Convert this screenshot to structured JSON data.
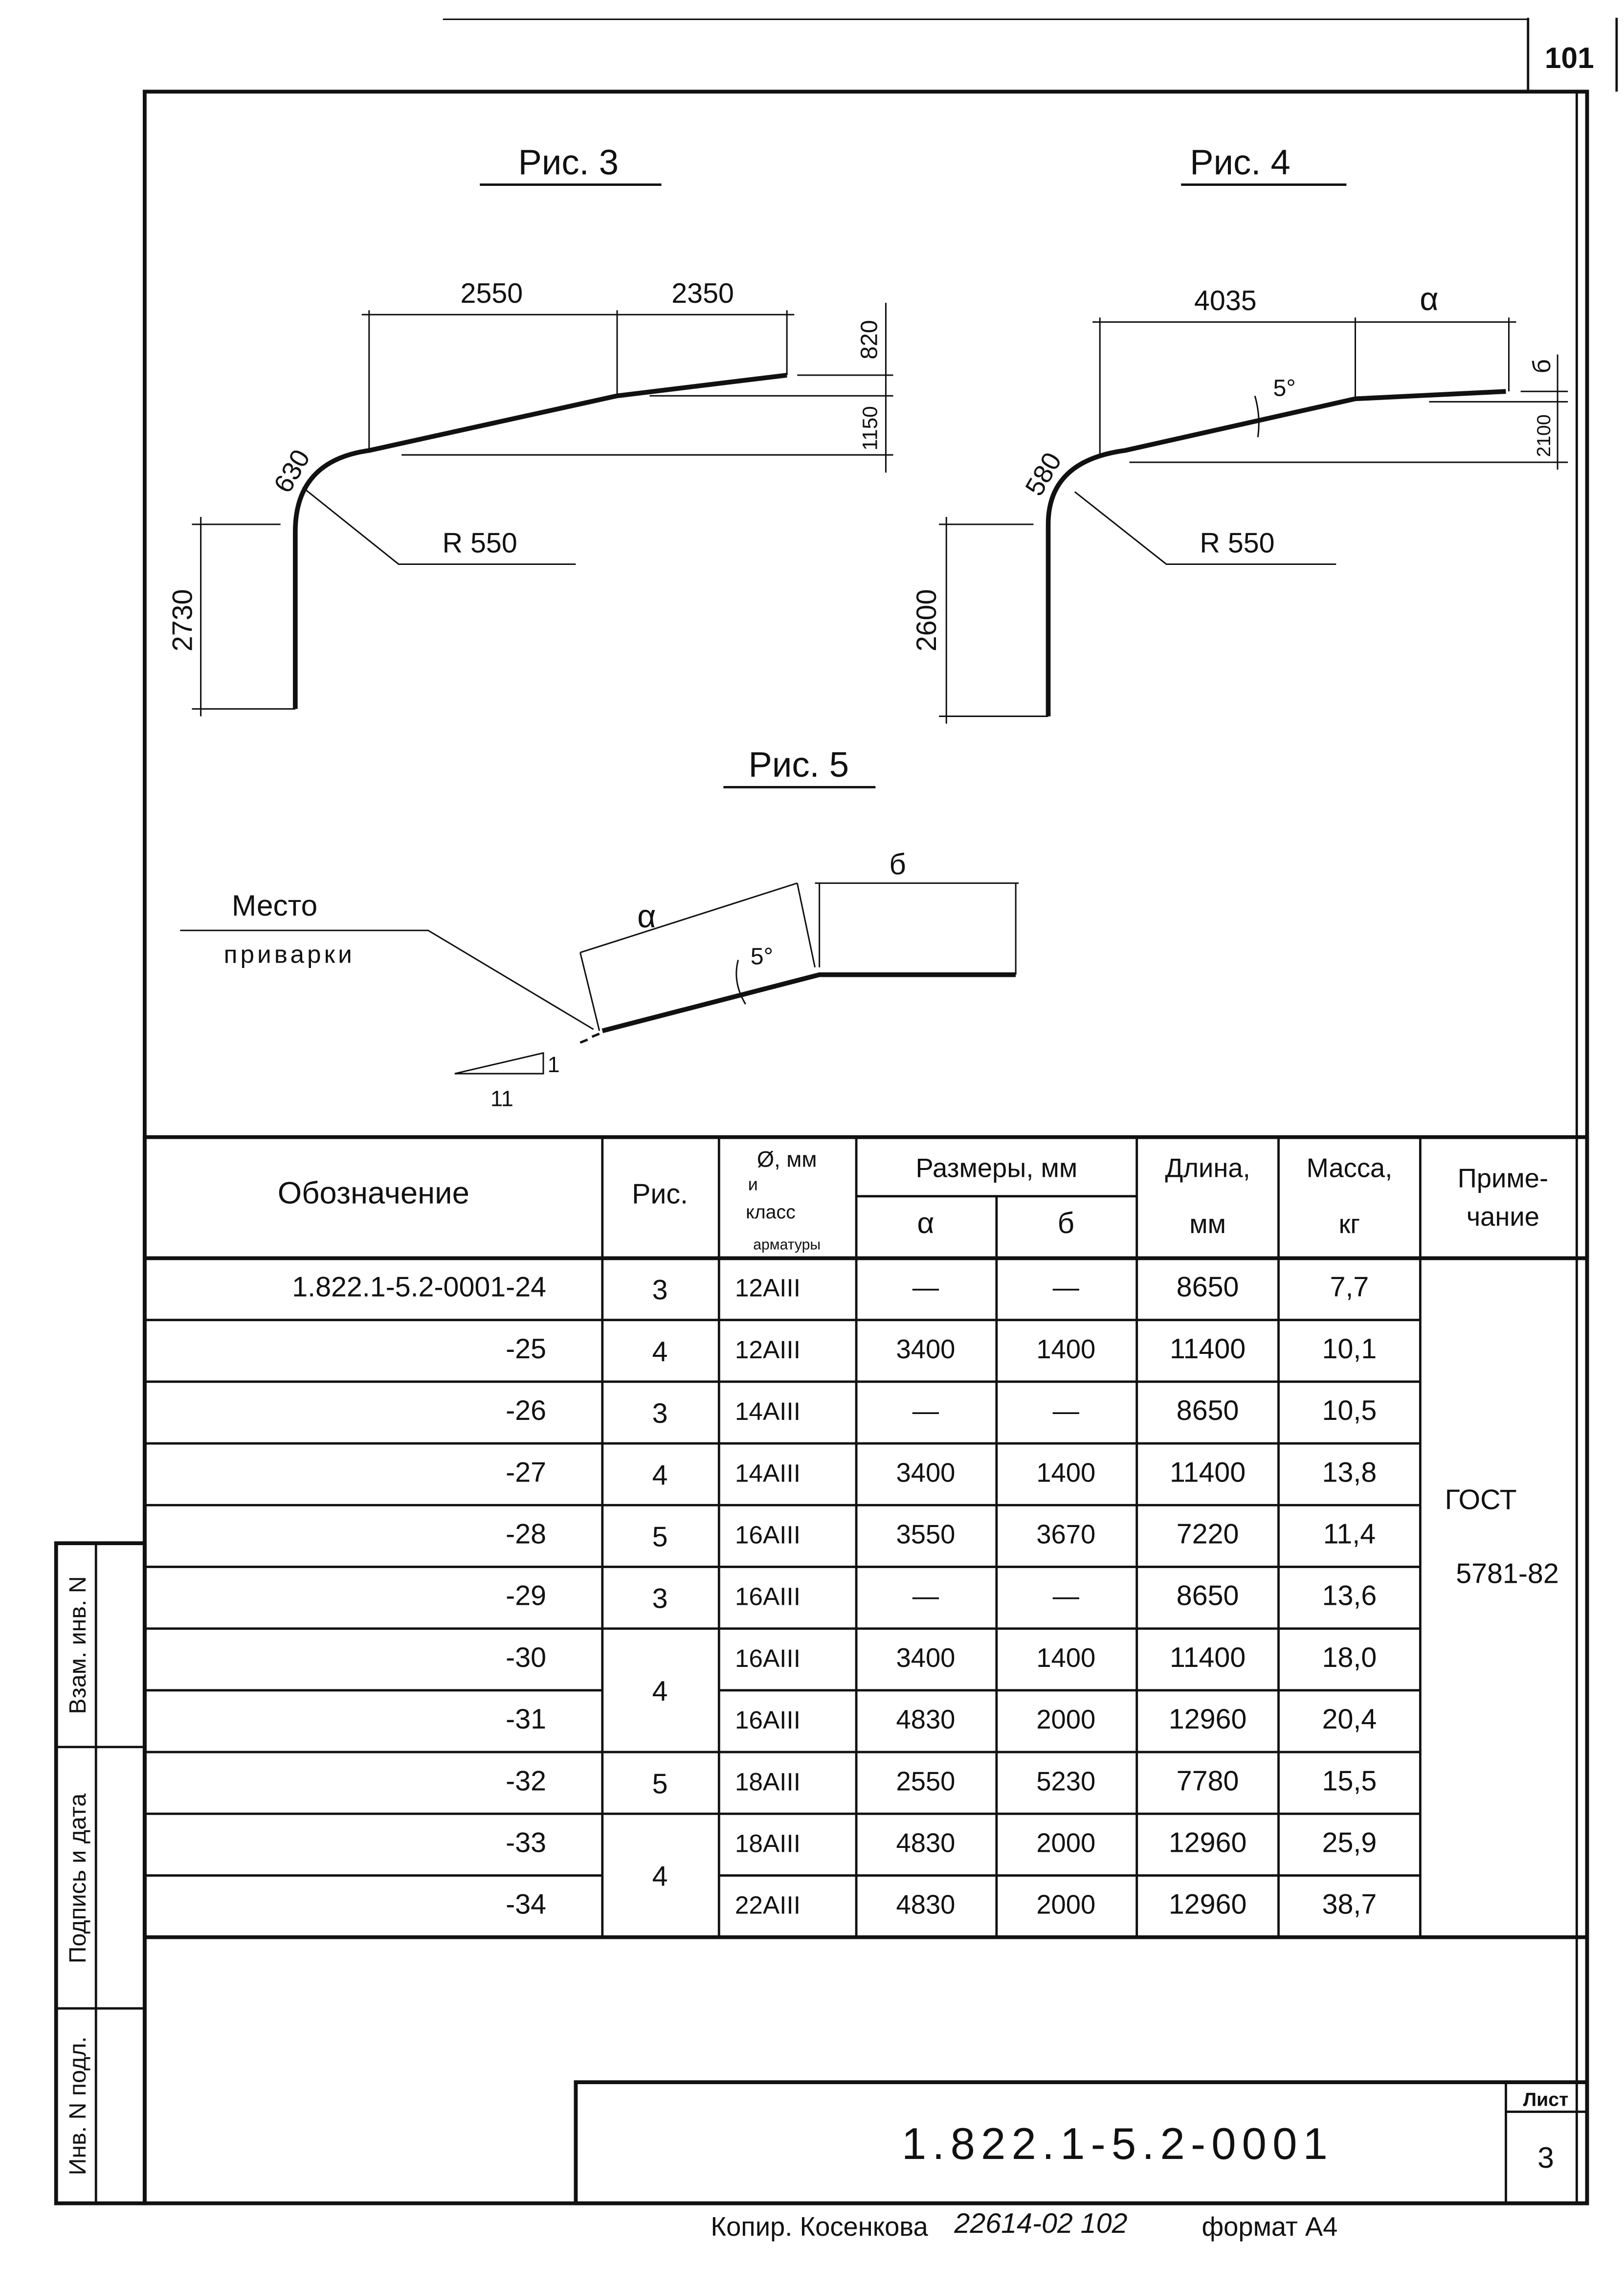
{
  "sheet_number_top": "101",
  "figures": {
    "fig3": {
      "title": "Рис. 3",
      "dims": {
        "a": "2550",
        "b": "2350",
        "v1": "820",
        "v2": "1150",
        "arc": "630",
        "radius": "R 550",
        "height": "2730"
      }
    },
    "fig4": {
      "title": "Рис. 4",
      "dims": {
        "a": "4035",
        "b": "α",
        "v1": "б",
        "v2": "2100",
        "angle": "5°",
        "arc": "580",
        "radius": "R 550",
        "height": "2600"
      }
    },
    "fig5": {
      "title": "Рис. 5",
      "weld_label_1": "Место",
      "weld_label_2": "приварки",
      "dim_a": "α",
      "dim_b": "б",
      "angle": "5°",
      "slope_v": "1",
      "slope_h": "11"
    }
  },
  "table": {
    "headers": {
      "designation": "Обозначение",
      "fig": "Рис.",
      "dia_1": "Ø, мм",
      "dia_2": "и",
      "dia_3": "класс",
      "dia_4": "арматуры",
      "sizes": "Размеры, мм",
      "size_a": "α",
      "size_b": "б",
      "length_1": "Длина,",
      "length_2": "мм",
      "mass_1": "Масса,",
      "mass_2": "кг",
      "note_1": "Приме-",
      "note_2": "чание"
    },
    "rows": [
      {
        "designation": "1.822.1-5.2-0001-24",
        "fig": "3",
        "dia": "12AIII",
        "a": "—",
        "b": "—",
        "length": "8650",
        "mass": "7,7"
      },
      {
        "designation": "-25",
        "fig": "4",
        "dia": "12AIII",
        "a": "3400",
        "b": "1400",
        "length": "11400",
        "mass": "10,1"
      },
      {
        "designation": "-26",
        "fig": "3",
        "dia": "14AIII",
        "a": "—",
        "b": "—",
        "length": "8650",
        "mass": "10,5"
      },
      {
        "designation": "-27",
        "fig": "4",
        "dia": "14AIII",
        "a": "3400",
        "b": "1400",
        "length": "11400",
        "mass": "13,8"
      },
      {
        "designation": "-28",
        "fig": "5",
        "dia": "16AIII",
        "a": "3550",
        "b": "3670",
        "length": "7220",
        "mass": "11,4"
      },
      {
        "designation": "-29",
        "fig": "3",
        "dia": "16AIII",
        "a": "—",
        "b": "—",
        "length": "8650",
        "mass": "13,6"
      },
      {
        "designation": "-30",
        "fig": "4",
        "dia": "16AIII",
        "a": "3400",
        "b": "1400",
        "length": "11400",
        "mass": "18,0"
      },
      {
        "designation": "-31",
        "fig": "4",
        "dia": "16AIII",
        "a": "4830",
        "b": "2000",
        "length": "12960",
        "mass": "20,4"
      },
      {
        "designation": "-32",
        "fig": "5",
        "dia": "18AIII",
        "a": "2550",
        "b": "5230",
        "length": "7780",
        "mass": "15,5"
      },
      {
        "designation": "-33",
        "fig": "4",
        "dia": "18AIII",
        "a": "4830",
        "b": "2000",
        "length": "12960",
        "mass": "25,9"
      },
      {
        "designation": "-34",
        "fig": "4",
        "dia": "22AIII",
        "a": "4830",
        "b": "2000",
        "length": "12960",
        "mass": "38,7"
      }
    ],
    "note_1": "ГОСТ",
    "note_2": "5781-82"
  },
  "side_stamp": {
    "inv_no_sub": "Инв. N подл.",
    "sign_date": "Подпись и дата",
    "replace_inv": "Взам. инв. N"
  },
  "title_block": {
    "document_code": "1.822.1-5.2-0001",
    "sheet_label": "Лист",
    "sheet_number": "3"
  },
  "footer": {
    "copied_by": "Копир. Косенкова",
    "handwritten_number": "22614-02 102",
    "format": "формат А4"
  }
}
